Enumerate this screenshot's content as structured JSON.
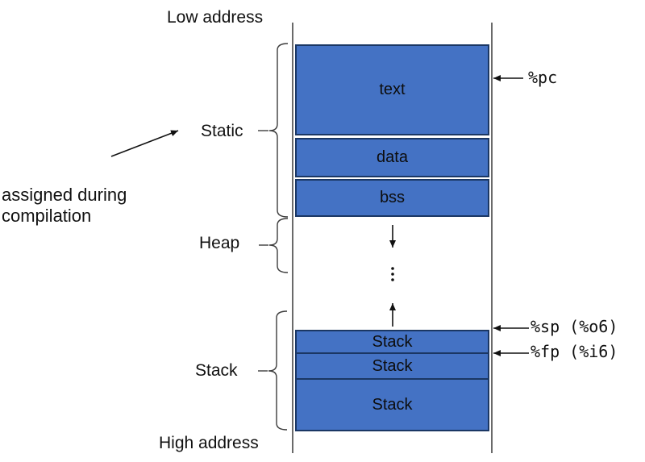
{
  "diagram": {
    "low_address_label": "Low address",
    "high_address_label": "High address",
    "annotation_line1": "assigned during",
    "annotation_line2": "compilation",
    "region_labels": {
      "static": "Static",
      "heap": "Heap",
      "stack": "Stack"
    },
    "segments": {
      "text": "text",
      "data": "data",
      "bss": "bss",
      "stack_frame_1": "Stack",
      "stack_frame_2": "Stack",
      "stack_frame_3": "Stack"
    },
    "registers": {
      "pc": "%pc",
      "sp": "%sp (%o6)",
      "fp": "%fp (%i6)"
    },
    "colors": {
      "segment_fill": "#4472C4",
      "segment_border": "#1B3764",
      "line_color": "#2B2B2B",
      "text_color": "#111111"
    }
  }
}
